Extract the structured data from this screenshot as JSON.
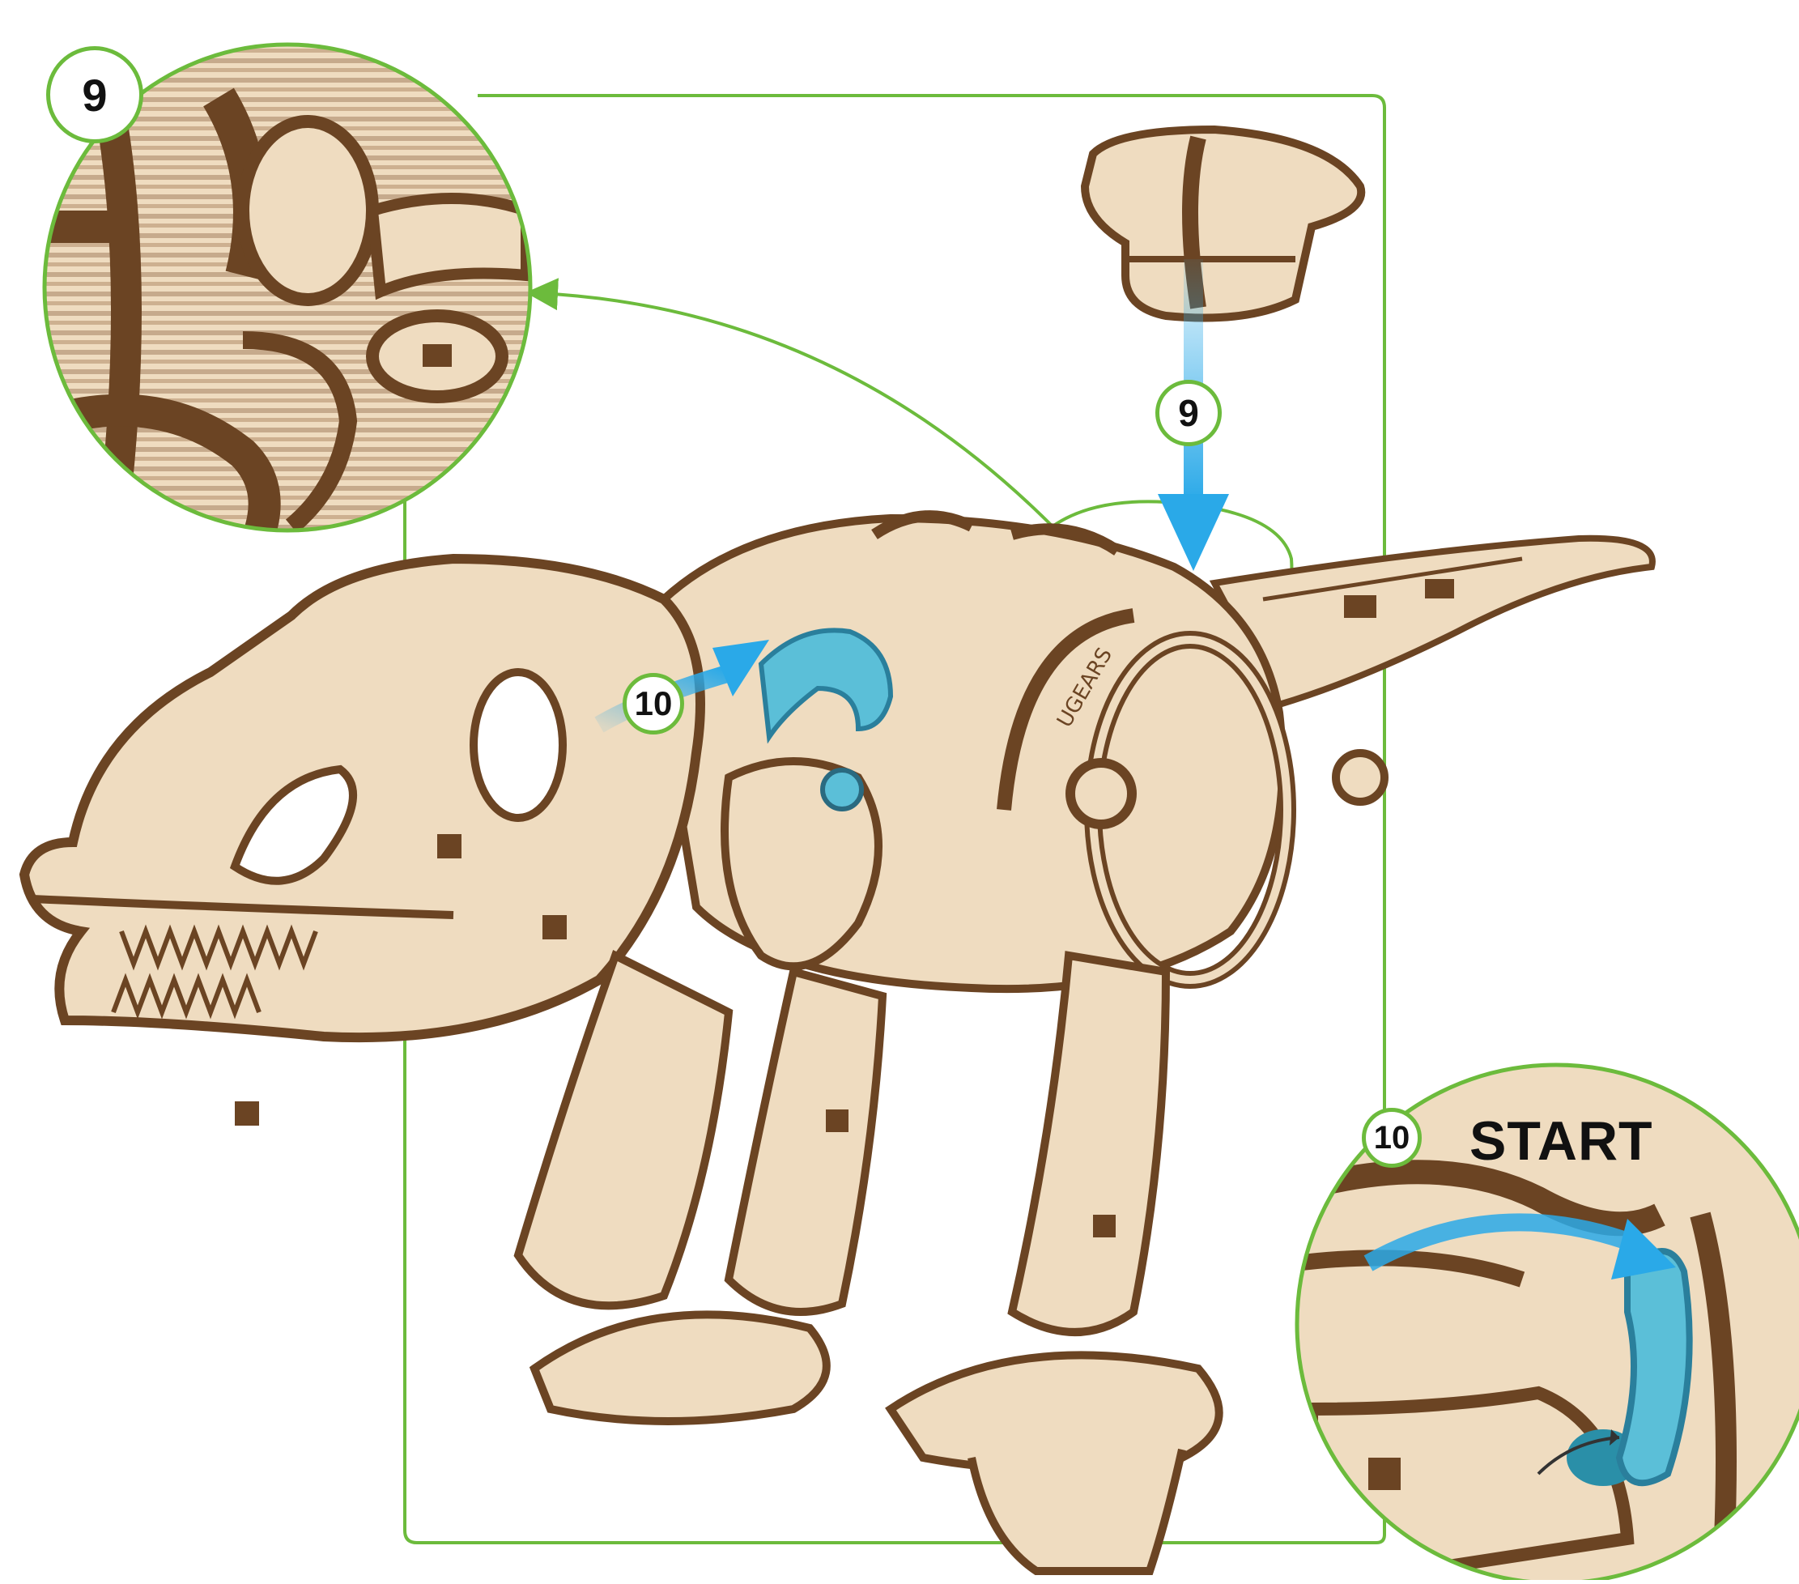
{
  "colors": {
    "frame_green": "#6cbb3c",
    "arrow_blue": "#2aa9e8",
    "wood_light": "#efdcc0",
    "wood_dark": "#6b4423",
    "part_blue": "#5bbfd8"
  },
  "steps": {
    "step9": "9",
    "step10": "10"
  },
  "labels": {
    "start": "START"
  },
  "icons": [
    "rotate-arrows-icon",
    "ugears-logo"
  ]
}
